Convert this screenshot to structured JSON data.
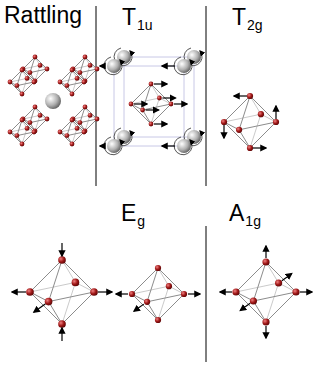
{
  "diagram": {
    "labels": [
      "Rattling",
      "T",
      "1u",
      "T",
      "2g",
      "E",
      "g",
      "A",
      "1g"
    ]
  }
}
